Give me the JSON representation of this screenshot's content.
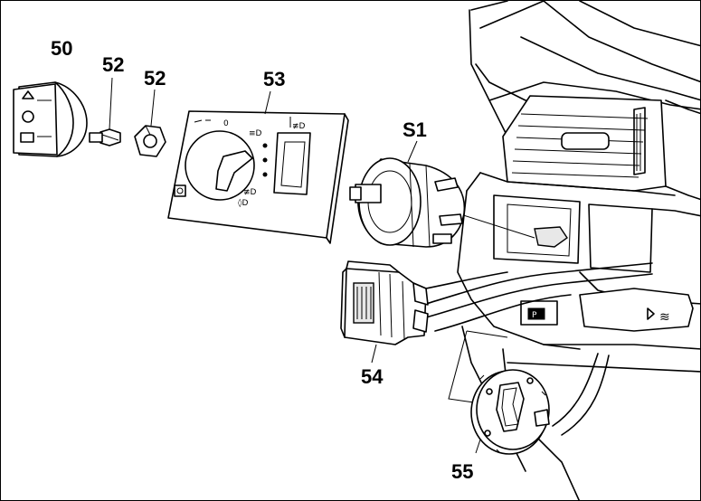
{
  "parts": {
    "p50": "50",
    "p52a": "52",
    "p52b": "52",
    "p53": "53",
    "s1": "S1",
    "p54": "54",
    "p55": "55"
  },
  "switch_markings": {
    "zero": "0",
    "auto": "≡D",
    "fog_front": "≢D",
    "fog_rear": "◊D",
    "plate": "≢D"
  },
  "colors": {
    "ink": "#000000",
    "paper": "#ffffff"
  }
}
